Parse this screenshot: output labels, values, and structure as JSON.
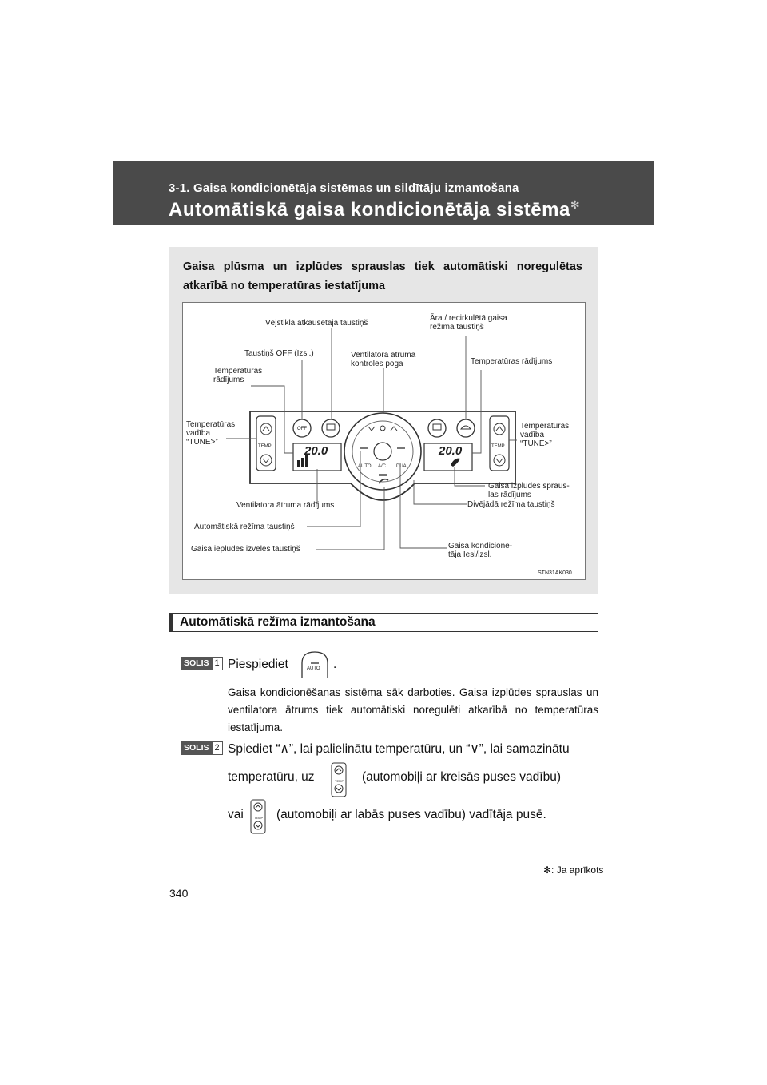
{
  "header": {
    "subtitle": "3-1. Gaisa kondicionētāja sistēmas un sildītāju izmantošana",
    "title": "Automātiskā gaisa kondicionētāja sistēma",
    "title_mark": "✻"
  },
  "intro": "Gaisa plūsma un izplūdes sprauslas tiek automātiski noregulētas atkarībā no temperatūras iestatījuma",
  "diagram": {
    "labels": {
      "defroster": "Vējstikla atkausētāja taustiņš",
      "recirc": "Āra / recirkulētā gaisa\nrežīma taustiņš",
      "off": "Taustiņš OFF (Izsl.)",
      "fan_knob": "Ventilatora ātruma\nkontroles poga",
      "temp_disp_right": "Temperatūras rādījums",
      "temp_disp_left": "Temperatūras\nrādījums",
      "temp_ctrl_left": "Temperatūras\nvadība\n“TUNE>”",
      "temp_ctrl_right": "Temperatūras\nvadība\n“TUNE>”",
      "outlet_disp": "Gaisa izplūdes spraus-\nlas rādījums",
      "fan_disp": "Ventilatora ātruma rādījums",
      "dual": "Divējādā režīma taustiņš",
      "auto": "Automātiskā režīma taustiņš",
      "intake": "Gaisa ieplūdes izvēles taustiņš",
      "ac": "Gaisa kondicionē-\ntāja Iesl/izsl.",
      "code": "STN31AK030"
    },
    "panel": {
      "off": "OFF",
      "temp": "TEMP",
      "temp_left": "20.0",
      "temp_right": "20.0",
      "auto": "AUTO",
      "ac": "A/C",
      "dual": "DUAL"
    }
  },
  "section_title": "Automātiskā režīma izmantošana",
  "steps": [
    {
      "badge": "SOLIS",
      "number": "1",
      "line": "Piespiediet",
      "after": ".",
      "icon_label": "AUTO",
      "description": "Gaisa kondicionēšanas sistēma sāk darboties. Gaisa izplūdes sprauslas un ventilatora ātrums tiek automātiski noregulēti atkarībā no temperatūras iestatījuma."
    },
    {
      "badge": "SOLIS",
      "number": "2",
      "line1": "Spiediet “∧”, lai palielinātu temperatūru, un “∨”, lai samazinātu",
      "line2a": "temperatūru, uz",
      "line2b": "(automobiļi ar kreisās puses vadību)",
      "line3a": "vai",
      "line3b": "(automobiļi ar labās puses vadību) vadītāja pusē.",
      "icon_label": "TEMP"
    }
  ],
  "footnote": "✻: Ja aprīkots",
  "page_number": "340"
}
